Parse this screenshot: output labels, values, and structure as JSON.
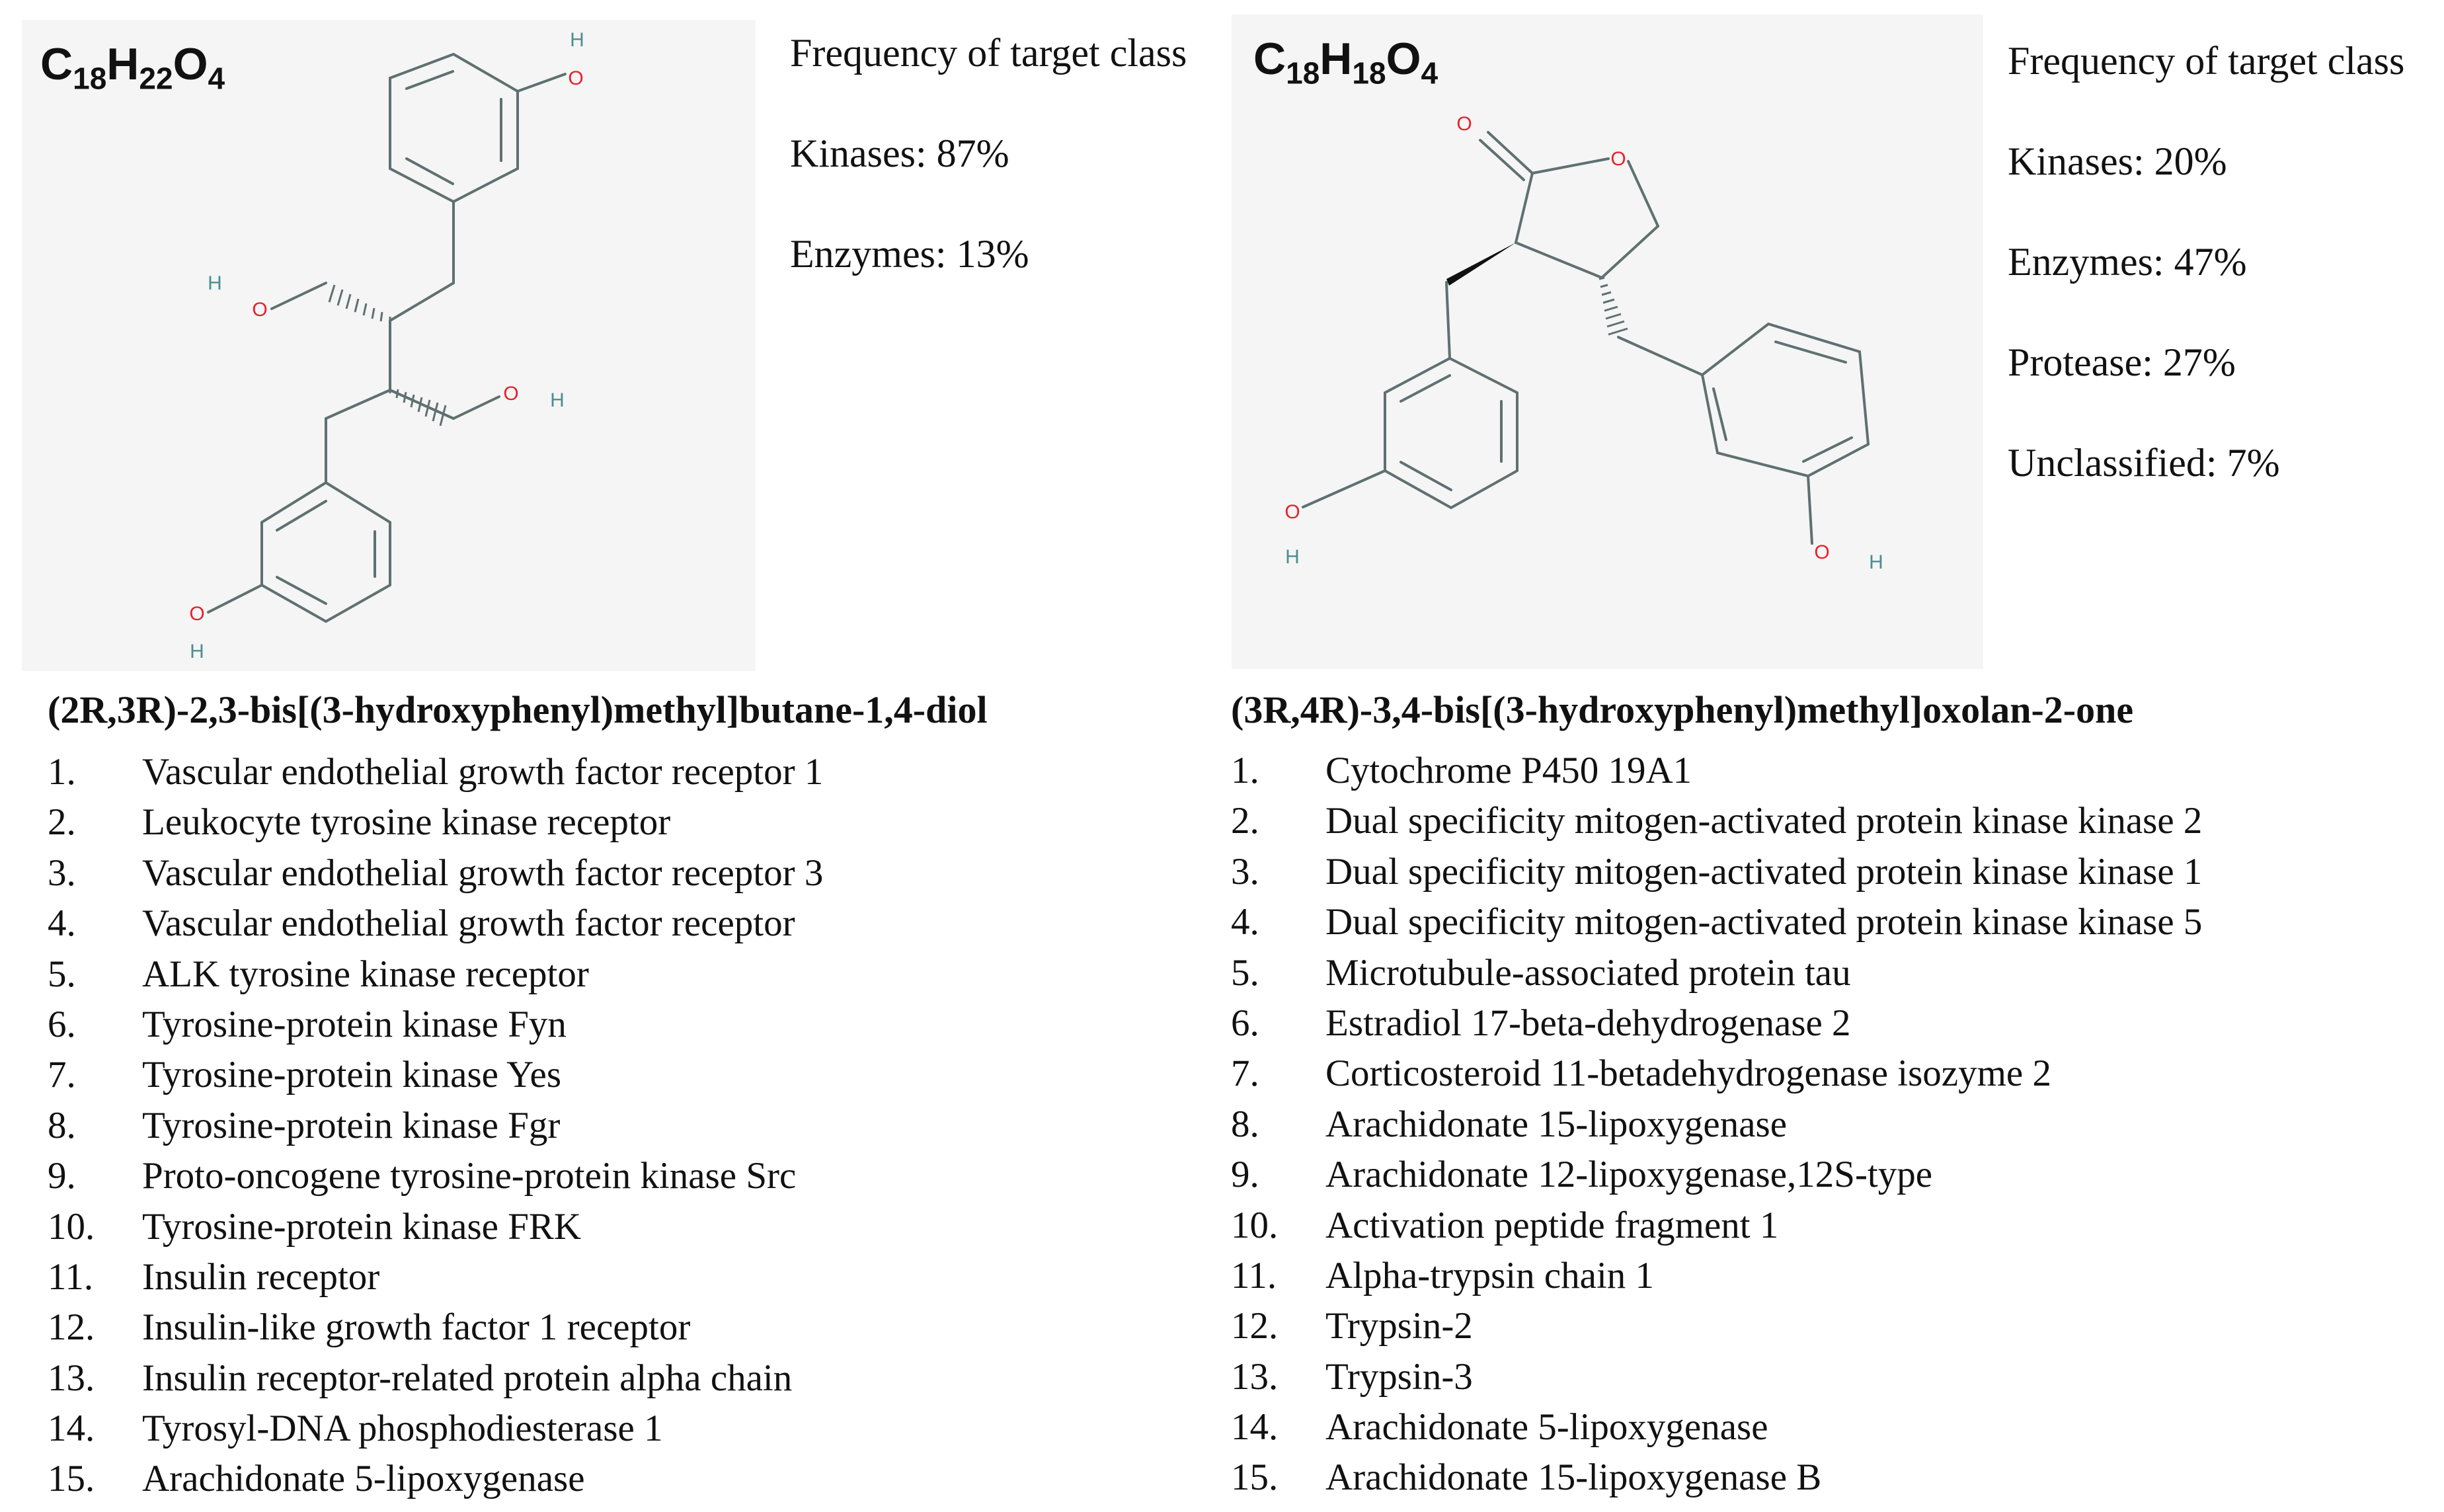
{
  "compounds": [
    {
      "formula": {
        "c": "C",
        "c_n": "18",
        "h": "H",
        "h_n": "22",
        "o": "O",
        "o_n": "4"
      },
      "atoms": {
        "o": "O",
        "h": "H"
      },
      "frequency": {
        "heading": "Frequency of target class",
        "entries": [
          "Kinases:  87%",
          "Enzymes:  13%"
        ]
      },
      "name": "(2R,3R)-2,3-bis[(3-hydroxyphenyl)methyl]butane-1,4-diol",
      "targets": [
        {
          "num": "1.",
          "label": "Vascular endothelial growth factor receptor 1"
        },
        {
          "num": "2.",
          "label": "Leukocyte tyrosine kinase receptor"
        },
        {
          "num": "3.",
          "label": "Vascular endothelial growth factor receptor 3"
        },
        {
          "num": "4.",
          "label": "Vascular endothelial growth factor receptor"
        },
        {
          "num": "5.",
          "label": "ALK tyrosine kinase receptor"
        },
        {
          "num": "6.",
          "label": "Tyrosine-protein kinase Fyn"
        },
        {
          "num": "7.",
          "label": "Tyrosine-protein kinase Yes"
        },
        {
          "num": "8.",
          "label": "Tyrosine-protein kinase Fgr"
        },
        {
          "num": "9.",
          "label": "Proto-oncogene tyrosine-protein kinase Src"
        },
        {
          "num": "10.",
          "label": "Tyrosine-protein kinase FRK"
        },
        {
          "num": "11.",
          "label": "Insulin receptor"
        },
        {
          "num": "12.",
          "label": "Insulin-like growth factor 1 receptor"
        },
        {
          "num": "13.",
          "label": "Insulin receptor-related protein alpha chain"
        },
        {
          "num": "14.",
          "label": "Tyrosyl-DNA phosphodiesterase 1"
        },
        {
          "num": "15.",
          "label": "Arachidonate 5-lipoxygenase"
        }
      ]
    },
    {
      "formula": {
        "c": "C",
        "c_n": "18",
        "h": "H",
        "h_n": "18",
        "o": "O",
        "o_n": "4"
      },
      "atoms": {
        "o": "O",
        "h": "H"
      },
      "frequency": {
        "heading": "Frequency of target class",
        "entries": [
          "Kinases:  20%",
          "Enzymes:  47%",
          "Protease:  27%",
          "Unclassified:  7%"
        ]
      },
      "name": "(3R,4R)-3,4-bis[(3-hydroxyphenyl)methyl]oxolan-2-one",
      "targets": [
        {
          "num": "1.",
          "label": "Cytochrome P450 19A1"
        },
        {
          "num": "2.",
          "label": "Dual specificity mitogen-activated protein kinase kinase 2"
        },
        {
          "num": "3.",
          "label": "Dual specificity mitogen-activated protein kinase kinase 1"
        },
        {
          "num": "4.",
          "label": "Dual specificity mitogen-activated protein kinase kinase 5"
        },
        {
          "num": "5.",
          "label": "Microtubule-associated protein tau"
        },
        {
          "num": "6.",
          "label": "Estradiol 17-beta-dehydrogenase 2"
        },
        {
          "num": "7.",
          "label": "Corticosteroid 11-betadehydrogenase isozyme 2"
        },
        {
          "num": "8.",
          "label": "Arachidonate 15-lipoxygenase"
        },
        {
          "num": "9.",
          "label": "Arachidonate 12-lipoxygenase,12S-type"
        },
        {
          "num": "10.",
          "label": "Activation peptide fragment 1"
        },
        {
          "num": "11.",
          "label": "Alpha-trypsin chain 1"
        },
        {
          "num": "12.",
          "label": "Trypsin-2"
        },
        {
          "num": "13.",
          "label": "Trypsin-3"
        },
        {
          "num": "14.",
          "label": "Arachidonate 5-lipoxygenase"
        },
        {
          "num": "15.",
          "label": "Arachidonate 15-lipoxygenase B"
        }
      ]
    }
  ],
  "colors": {
    "oxygen": "#e8202a",
    "hydrogen": "#4a8f8f",
    "bond": "#5f7070",
    "panel": "#f5f5f5"
  }
}
